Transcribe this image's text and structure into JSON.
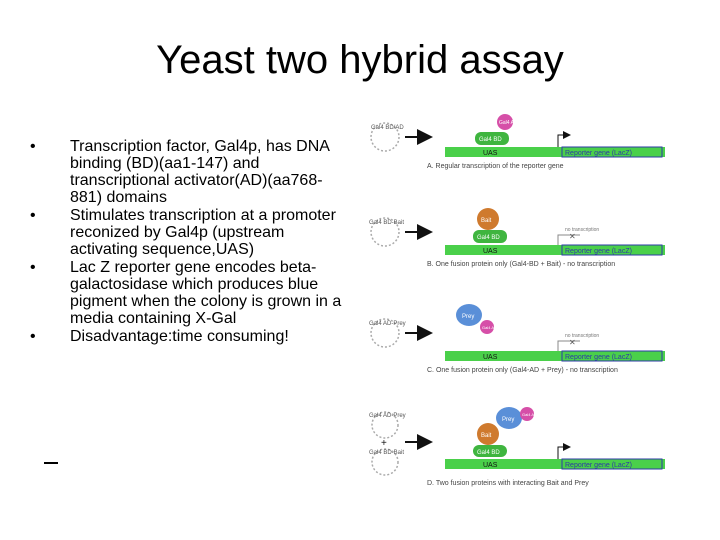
{
  "title": "Yeast two hybrid assay",
  "bullets": [
    "Transcription factor, Gal4p, has DNA binding (BD)(aa1-147) and transcriptional activator(AD)(aa768-881) domains",
    "Stimulates transcription at a promoter reconized by Gal4p (upstream activating sequence,UAS)",
    "Lac Z reporter gene encodes beta-galactosidase which produces blue pigment when the colony is grown in a media containing X-Gal",
    "Disadvantage:time consuming!"
  ],
  "diagram": {
    "labels": {
      "bd": "Gal4 BD",
      "ad": "Gal4 AD",
      "uas": "UAS",
      "reporter": "Reporter gene (LacZ)",
      "bait": "Bait",
      "prey": "Prey",
      "no_transcription": "no transcription",
      "plasmid_a": "Gal4 BD/AD",
      "plasmid_bd_bait": "Gal4 BD-Bait",
      "plasmid_ad_prey": "Gal4 AD-Prey",
      "plus": "+"
    },
    "captions": [
      "A. Regular transcription of the reporter gene",
      "B. One fusion protein only (Gal4-BD + Bait) - no transcription",
      "C. One fusion protein only (Gal4-AD + Prey) - no transcription",
      "D. Two fusion proteins with interacting Bait and Prey"
    ],
    "colors": {
      "dna_green": "#4ad04a",
      "bd_green": "#3fb53f",
      "ad_pink": "#d64fa8",
      "bait_orange": "#cf7a2e",
      "prey_blue": "#5a8fd8",
      "reporter_blue": "#2d3aa6",
      "arrow": "#111111"
    }
  }
}
